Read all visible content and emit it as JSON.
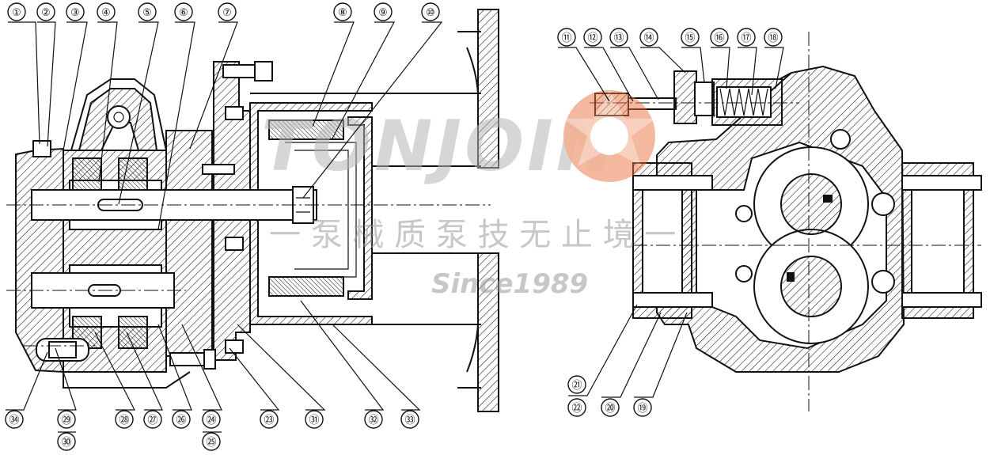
{
  "callouts_top_left": [
    "①",
    "②",
    "③",
    "④",
    "⑤",
    "⑥",
    "⑦",
    "⑧",
    "⑨",
    "⑩"
  ],
  "callouts_top_right": [
    "⑪",
    "⑫",
    "⑬",
    "⑭",
    "⑮",
    "⑯",
    "⑰",
    "⑱"
  ],
  "callouts_bottom_left": [
    "㉞",
    "㉙",
    "㉘",
    "㉗",
    "㉖",
    "㉔",
    "㉓",
    "㉛",
    "㉜",
    "㉝"
  ],
  "callouts_bottom_left_lower": [
    "㉚",
    "㉕"
  ],
  "callouts_bottom_right": [
    "㉑",
    "㉒",
    "⑳",
    "⑲"
  ],
  "watermark": {
    "brand": "TONJOIN",
    "slogan": "一 泵 械 质 泵   技 无 止 境 一",
    "since": "Since1989",
    "color": "#e8703a"
  },
  "colors": {
    "line": "#111111",
    "background": "#ffffff"
  }
}
